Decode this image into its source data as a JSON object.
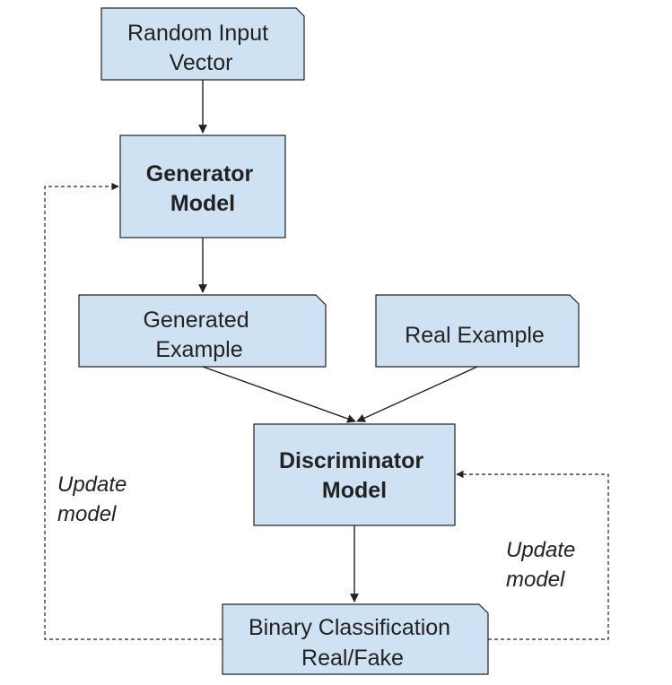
{
  "nodes": {
    "random_input": {
      "lines": [
        "Random Input",
        "Vector"
      ]
    },
    "generator": {
      "lines": [
        "Generator",
        "Model"
      ]
    },
    "generated_example": {
      "lines": [
        "Generated",
        "Example"
      ]
    },
    "real_example": {
      "lines": [
        "Real Example"
      ]
    },
    "discriminator": {
      "lines": [
        "Discriminator",
        "Model"
      ]
    },
    "classification": {
      "lines": [
        "Binary Classification",
        "Real/Fake"
      ]
    }
  },
  "labels": {
    "update_left": [
      "Update",
      "model"
    ],
    "update_right": [
      "Update",
      "model"
    ]
  },
  "colors": {
    "node_fill": "#cfe2f3",
    "stroke": "#222222"
  }
}
